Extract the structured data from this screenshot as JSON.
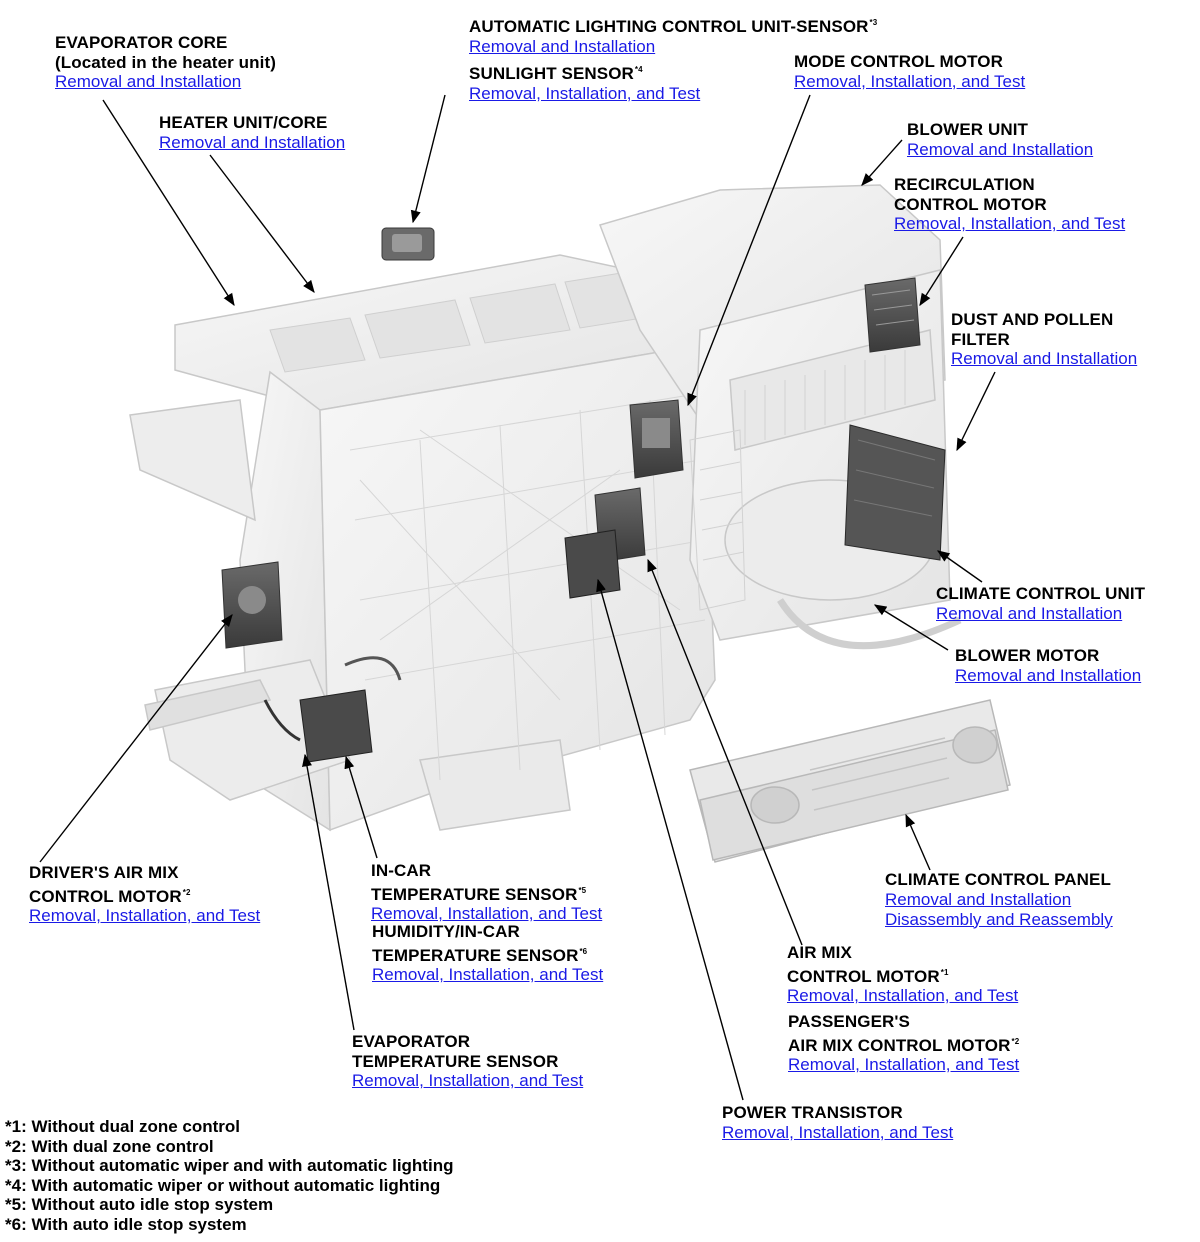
{
  "callouts": {
    "evaporator_core": {
      "title_line1": "EVAPORATOR CORE",
      "title_line2": "(Located in the heater unit)",
      "link1": "Removal and Installation"
    },
    "heater_unit": {
      "title_line1": "HEATER UNIT/CORE",
      "link1": "Removal and Installation"
    },
    "auto_lighting": {
      "title_line1": "AUTOMATIC LIGHTING CONTROL UNIT-SENSOR",
      "sup": "*3",
      "link1": "Removal and Installation"
    },
    "sunlight_sensor": {
      "title_line1": "SUNLIGHT SENSOR",
      "sup": "*4",
      "link1": "Removal, Installation, and Test"
    },
    "mode_motor": {
      "title_line1": "MODE CONTROL MOTOR",
      "link1": "Removal, Installation, and Test"
    },
    "blower_unit": {
      "title_line1": "BLOWER UNIT",
      "link1": "Removal and Installation"
    },
    "recirc_motor": {
      "title_line1": "RECIRCULATION",
      "title_line2": "CONTROL MOTOR",
      "link1": "Removal, Installation, and Test"
    },
    "dust_filter": {
      "title_line1": "DUST AND POLLEN",
      "title_line2": "FILTER",
      "link1": "Removal and Installation"
    },
    "climate_unit": {
      "title_line1": "CLIMATE CONTROL UNIT",
      "link1": "Removal and Installation"
    },
    "blower_motor": {
      "title_line1": "BLOWER MOTOR",
      "link1": "Removal and Installation"
    },
    "climate_panel": {
      "title_line1": "CLIMATE CONTROL PANEL",
      "link1": "Removal and Installation",
      "link2": "Disassembly and Reassembly"
    },
    "driver_airmix": {
      "title_line1": "DRIVER'S AIR MIX",
      "title_line2": "CONTROL MOTOR",
      "sup": "*2",
      "link1": "Removal, Installation, and Test"
    },
    "incar_sensor": {
      "title_line1": "IN-CAR",
      "title_line2": "TEMPERATURE SENSOR",
      "sup": "*5",
      "link1": "Removal, Installation, and Test"
    },
    "humidity_sensor": {
      "title_line1": "HUMIDITY/IN-CAR",
      "title_line2": "TEMPERATURE SENSOR",
      "sup": "*6",
      "link1": "Removal, Installation, and Test"
    },
    "airmix_motor": {
      "title_line1": "AIR MIX",
      "title_line2": "CONTROL MOTOR",
      "sup": "*1",
      "link1": "Removal, Installation, and Test"
    },
    "passenger_airmix": {
      "title_line1": "PASSENGER'S",
      "title_line2": "AIR MIX CONTROL MOTOR",
      "sup": "*2",
      "link1": "Removal, Installation, and Test"
    },
    "evap_sensor": {
      "title_line1": "EVAPORATOR",
      "title_line2": "TEMPERATURE SENSOR",
      "link1": "Removal, Installation, and Test"
    },
    "power_transistor": {
      "title_line1": "POWER TRANSISTOR",
      "link1": "Removal, Installation, and Test"
    }
  },
  "footnotes": [
    "*1: Without dual zone control",
    "*2: With dual zone control",
    "*3: Without automatic wiper and with automatic lighting",
    "*4: With automatic wiper or without automatic lighting",
    "*5: Without auto idle stop system",
    "*6: With auto idle stop system"
  ],
  "colors": {
    "link": "#1a1ae6",
    "part_fill": "#f2f2f2",
    "part_stroke": "#c8c8c8",
    "component": "#555555"
  }
}
